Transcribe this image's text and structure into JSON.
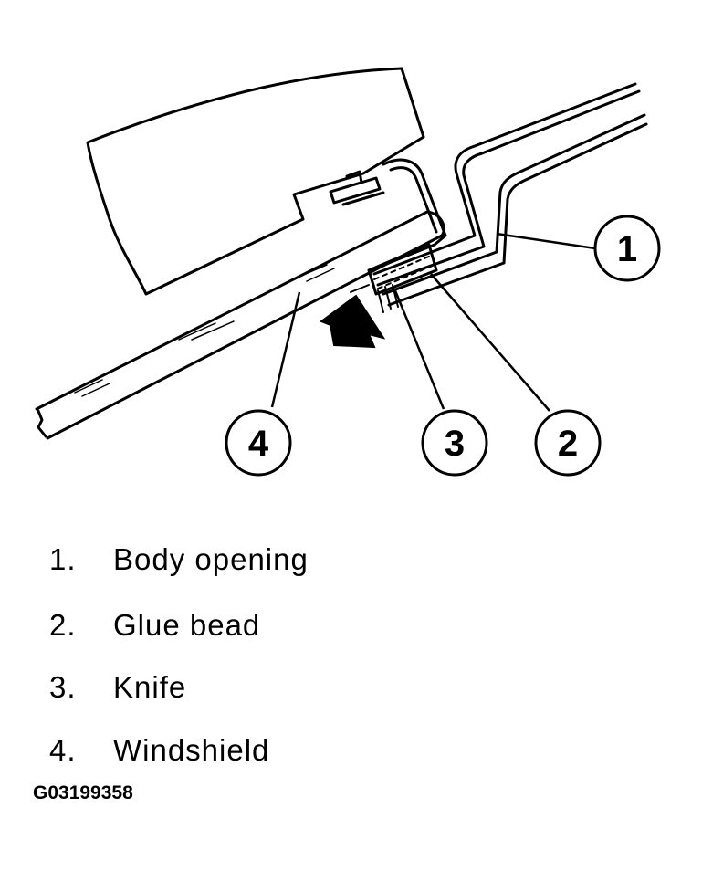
{
  "diagram": {
    "callouts": [
      {
        "number": "1",
        "label": "Body opening"
      },
      {
        "number": "2",
        "label": "Glue bead"
      },
      {
        "number": "3",
        "label": "Knife"
      },
      {
        "number": "4",
        "label": "Windshield"
      }
    ],
    "figure_id": "G03199358"
  },
  "legend": {
    "items": [
      {
        "number": "1.",
        "label": "Body opening"
      },
      {
        "number": "2.",
        "label": "Glue bead"
      },
      {
        "number": "3.",
        "label": "Knife"
      },
      {
        "number": "4.",
        "label": "Windshield"
      }
    ]
  }
}
